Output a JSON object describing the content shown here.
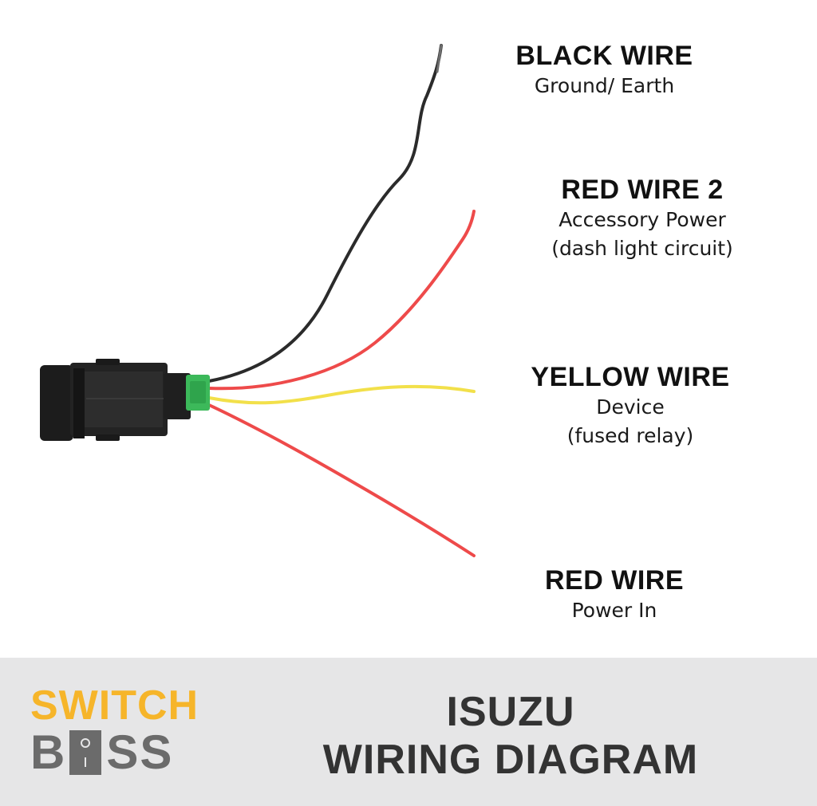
{
  "labels": {
    "black": {
      "title": "BLACK WIRE",
      "lines": [
        "Ground/ Earth"
      ]
    },
    "red2": {
      "title": "RED WIRE 2",
      "lines": [
        "Accessory Power",
        "(dash light circuit)"
      ]
    },
    "yellow": {
      "title": "YELLOW WIRE",
      "lines": [
        "Device",
        "(fused relay)"
      ]
    },
    "red": {
      "title": "RED WIRE",
      "lines": [
        "Power In"
      ]
    }
  },
  "footer": {
    "logo": {
      "line1": "SWITCH",
      "line2_left": "B",
      "line2_right": "SS"
    },
    "title_line1": "ISUZU",
    "title_line2": "WIRING DIAGRAM"
  },
  "colors": {
    "black_wire": "#2b2b2b",
    "red_wire": "#ee4a4a",
    "yellow_wire": "#f2e04a",
    "connector": "#3cb95a",
    "switch_body": "#1e1e1e",
    "logo_yellow": "#f6b52a",
    "logo_gray": "#6b6b6b",
    "footer_bg": "#e6e6e7",
    "footer_text": "#333333"
  }
}
